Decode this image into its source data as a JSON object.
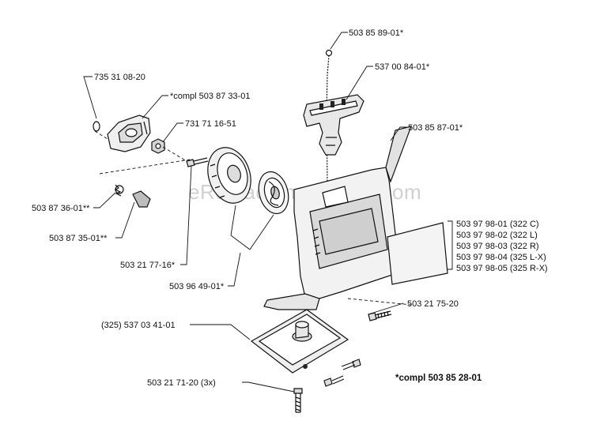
{
  "watermark": "eReplacementParts.com",
  "labels": {
    "p_503858901": "503 85 89-01*",
    "p_537008401": "537 00 84-01*",
    "p_735310820": "735 31 08-20",
    "p_compl503873301": "*compl 503 87 33-01",
    "p_731711651": "731 71 16-51",
    "p_503858701": "503 85 87-01*",
    "p_503873601": "503 87 36-01**",
    "p_503873501": "503 87 35-01**",
    "p_503217716": "503 21 77-16*",
    "p_503964901": "503 96 49-01*",
    "p_503217520": "503 21 75-20",
    "p_325_537034101": "(325) 537 03 41-01",
    "p_503217120": "503 21 71-20 (3x)",
    "p_compl503852801": "*compl 503 85 28-01"
  },
  "variants": [
    "503 97 98-01 (322 C)",
    "503 97 98-02 (322 L)",
    "503 97 98-03 (322 R)",
    "503 97 98-04 (325 L-X)",
    "503 97 98-05 (325 R-X)"
  ]
}
